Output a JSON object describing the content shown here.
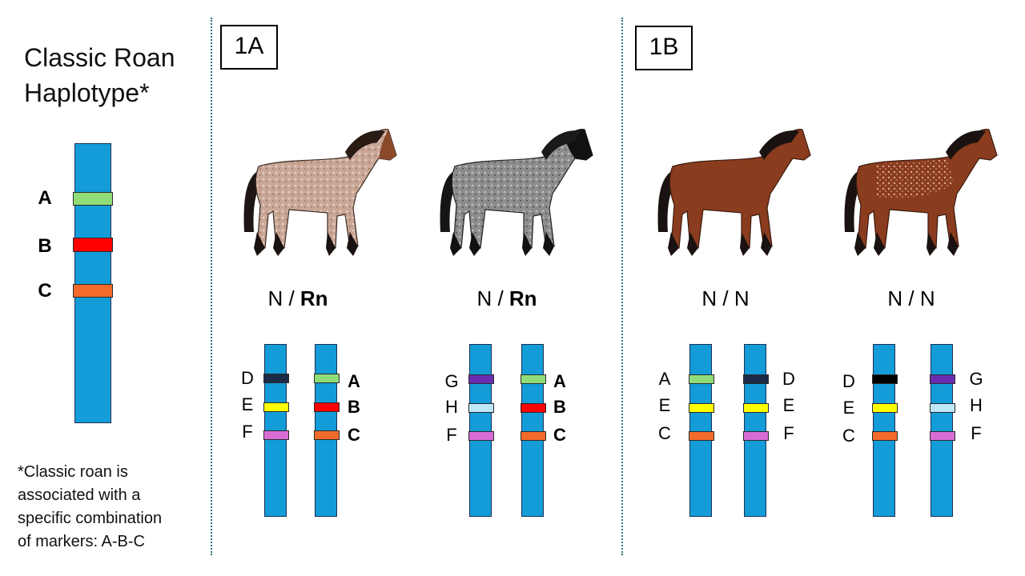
{
  "title": {
    "line1": "Classic Roan",
    "line2": "Haplotype*"
  },
  "footnote": [
    "*Classic roan is",
    "associated with a",
    "specific combination",
    "of markers: A-B-C"
  ],
  "panels": {
    "a": "1A",
    "b": "1B"
  },
  "colors": {
    "chromosome": "#139cd8",
    "A": "#90dd78",
    "B": "#ff0000",
    "C": "#f26b2a",
    "D": "#1b2b45",
    "E": "#ffff00",
    "F": "#d76cd4",
    "G": "#6a2cb0",
    "H": "#bfe6f7",
    "D_black": "#000000"
  },
  "haplotype": {
    "markers": [
      "A",
      "B",
      "C"
    ]
  },
  "horses": [
    {
      "genotype": {
        "left": "N",
        "sep": " / ",
        "right": "Rn"
      },
      "coat": "bay roan",
      "chromosomes": [
        {
          "markers": [
            "D",
            "E",
            "F"
          ]
        },
        {
          "markers": [
            "A",
            "B",
            "C"
          ]
        }
      ]
    },
    {
      "genotype": {
        "left": "N",
        "sep": " / ",
        "right": "Rn"
      },
      "coat": "blue roan",
      "chromosomes": [
        {
          "markers": [
            "G",
            "H",
            "F"
          ]
        },
        {
          "markers": [
            "A",
            "B",
            "C"
          ]
        }
      ]
    },
    {
      "genotype": {
        "left": "N / N",
        "sep": "",
        "right": ""
      },
      "coat": "bay",
      "chromosomes": [
        {
          "markers": [
            "A",
            "E",
            "C"
          ]
        },
        {
          "markers": [
            "D",
            "E",
            "F"
          ]
        }
      ]
    },
    {
      "genotype": {
        "left": "N / N",
        "sep": "",
        "right": ""
      },
      "coat": "bay with roaning",
      "chromosomes": [
        {
          "markers": [
            "D",
            "E",
            "C"
          ]
        },
        {
          "markers": [
            "G",
            "H",
            "F"
          ]
        }
      ]
    }
  ]
}
